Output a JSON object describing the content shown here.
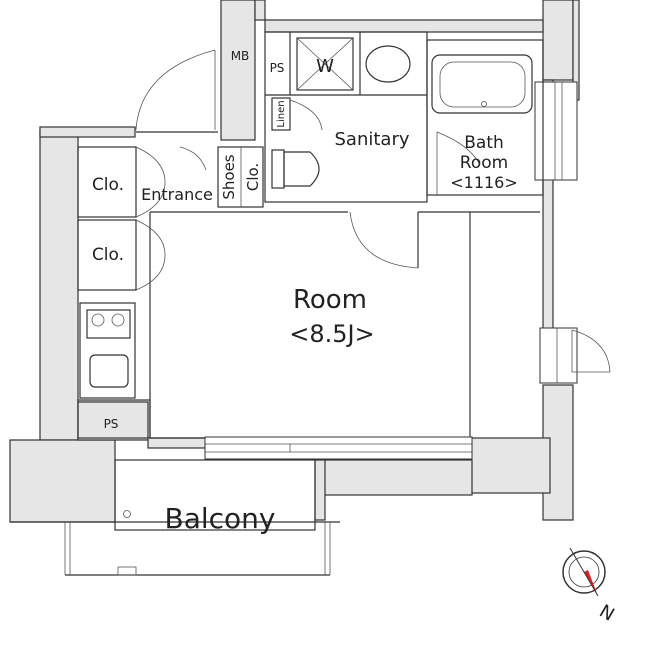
{
  "plan": {
    "rooms": {
      "room": {
        "name": "Room",
        "size": "<8.5J>"
      },
      "balcony": {
        "name": "Balcony"
      },
      "sanitary": {
        "name": "Sanitary"
      },
      "bath": {
        "line1": "Bath",
        "line2": "Room",
        "line3": "<1116>"
      },
      "entrance": {
        "name": "Entrance"
      },
      "shoes": {
        "line1": "Shoes",
        "line2": "Clo."
      },
      "closet1": {
        "name": "Clo."
      },
      "closet2": {
        "name": "Clo."
      },
      "mb": {
        "name": "MB"
      },
      "ps_top": {
        "name": "PS"
      },
      "ps_bottom": {
        "name": "PS"
      },
      "linen": {
        "name": "Linen"
      },
      "washer": {
        "name": "W"
      }
    },
    "compass": {
      "north": "N"
    }
  }
}
